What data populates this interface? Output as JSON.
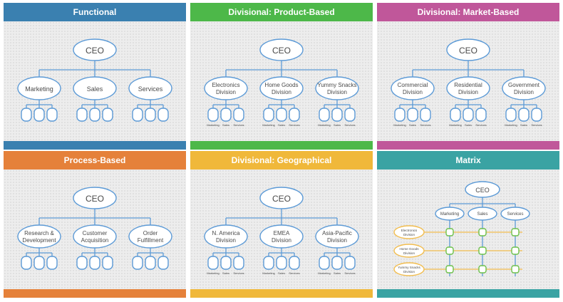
{
  "colors": {
    "functional": "#3a80b0",
    "product": "#4db849",
    "market": "#c0579a",
    "process": "#e5813a",
    "geographical": "#f0b83a",
    "matrix": "#3aa3a3",
    "box_stroke": "#5c9ad6",
    "matrix_row_stroke": "#f2bd4e",
    "matrix_node": "#6cc04a"
  },
  "panels": [
    {
      "id": "functional",
      "title": "Functional",
      "root": "CEO",
      "children": [
        [
          "Marketing"
        ],
        [
          "Sales"
        ],
        [
          "Services"
        ]
      ],
      "leaf_labels": []
    },
    {
      "id": "product",
      "title": "Divisional: Product-Based",
      "root": "CEO",
      "children": [
        [
          "Electronics",
          "Division"
        ],
        [
          "Home Goods",
          "Division"
        ],
        [
          "Yummy Snacks",
          "Division"
        ]
      ],
      "leaf_labels": [
        "Marketing",
        "Sales",
        "Services"
      ]
    },
    {
      "id": "market",
      "title": "Divisional: Market-Based",
      "root": "CEO",
      "children": [
        [
          "Commercial",
          "Division"
        ],
        [
          "Residential",
          "Division"
        ],
        [
          "Government",
          "Division"
        ]
      ],
      "leaf_labels": [
        "Marketing",
        "Sales",
        "Services"
      ]
    },
    {
      "id": "process",
      "title": "Process-Based",
      "root": "CEO",
      "children": [
        [
          "Research &",
          "Development"
        ],
        [
          "Customer",
          "Acquisition"
        ],
        [
          "Order",
          "Fulfillment"
        ]
      ],
      "leaf_labels": []
    },
    {
      "id": "geographical",
      "title": "Divisional: Geographical",
      "root": "CEO",
      "children": [
        [
          "N. America",
          "Division"
        ],
        [
          "EMEA",
          "Division"
        ],
        [
          "Asia-Pacific",
          "Division"
        ]
      ],
      "leaf_labels": [
        "Marketing",
        "Sales",
        "Services"
      ]
    }
  ],
  "matrix": {
    "title": "Matrix",
    "root": "CEO",
    "columns": [
      "Marketing",
      "Sales",
      "Services"
    ],
    "rows": [
      [
        "Electronics",
        "Division"
      ],
      [
        "Home Goods",
        "Division"
      ],
      [
        "Yummy Snacks",
        "Division"
      ]
    ]
  }
}
